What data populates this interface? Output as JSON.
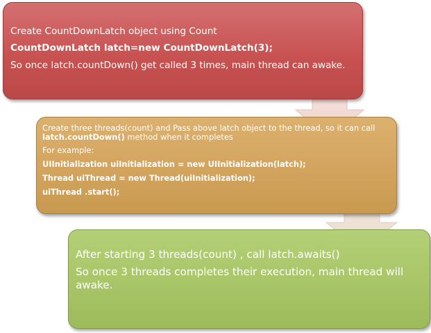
{
  "step1": {
    "line1": "Create CountDownLatch object using Count",
    "code": "CountDownLatch latch=new CountDownLatch(3);",
    "line3": "So once latch.countDown() get called 3 times, main thread can awake."
  },
  "step2": {
    "intro_pre": "Create three threads(count) and Pass above latch object to the thread, so it can call ",
    "intro_bold": "latch.countDown()",
    "intro_post": " method when it completes",
    "example_label": "For example:",
    "code1": "UIInitialization uiInitialization = new UIInitialization(latch);",
    "code2": "Thread uiThread = new Thread(uiInitialization);",
    "code3": "uiThread .start();"
  },
  "step3": {
    "para1": "After starting 3 threads(count) , call latch.awaits()",
    "para2": "So once 3 threads completes their execution, main thread will awake."
  },
  "colors": {
    "step1_fill": "#c85252",
    "step2_fill": "#d2a45e",
    "step3_fill": "#a8c567",
    "arrow_fill": "#f5dcd8"
  },
  "icons": [
    "down-arrow-icon",
    "down-arrow-icon"
  ]
}
